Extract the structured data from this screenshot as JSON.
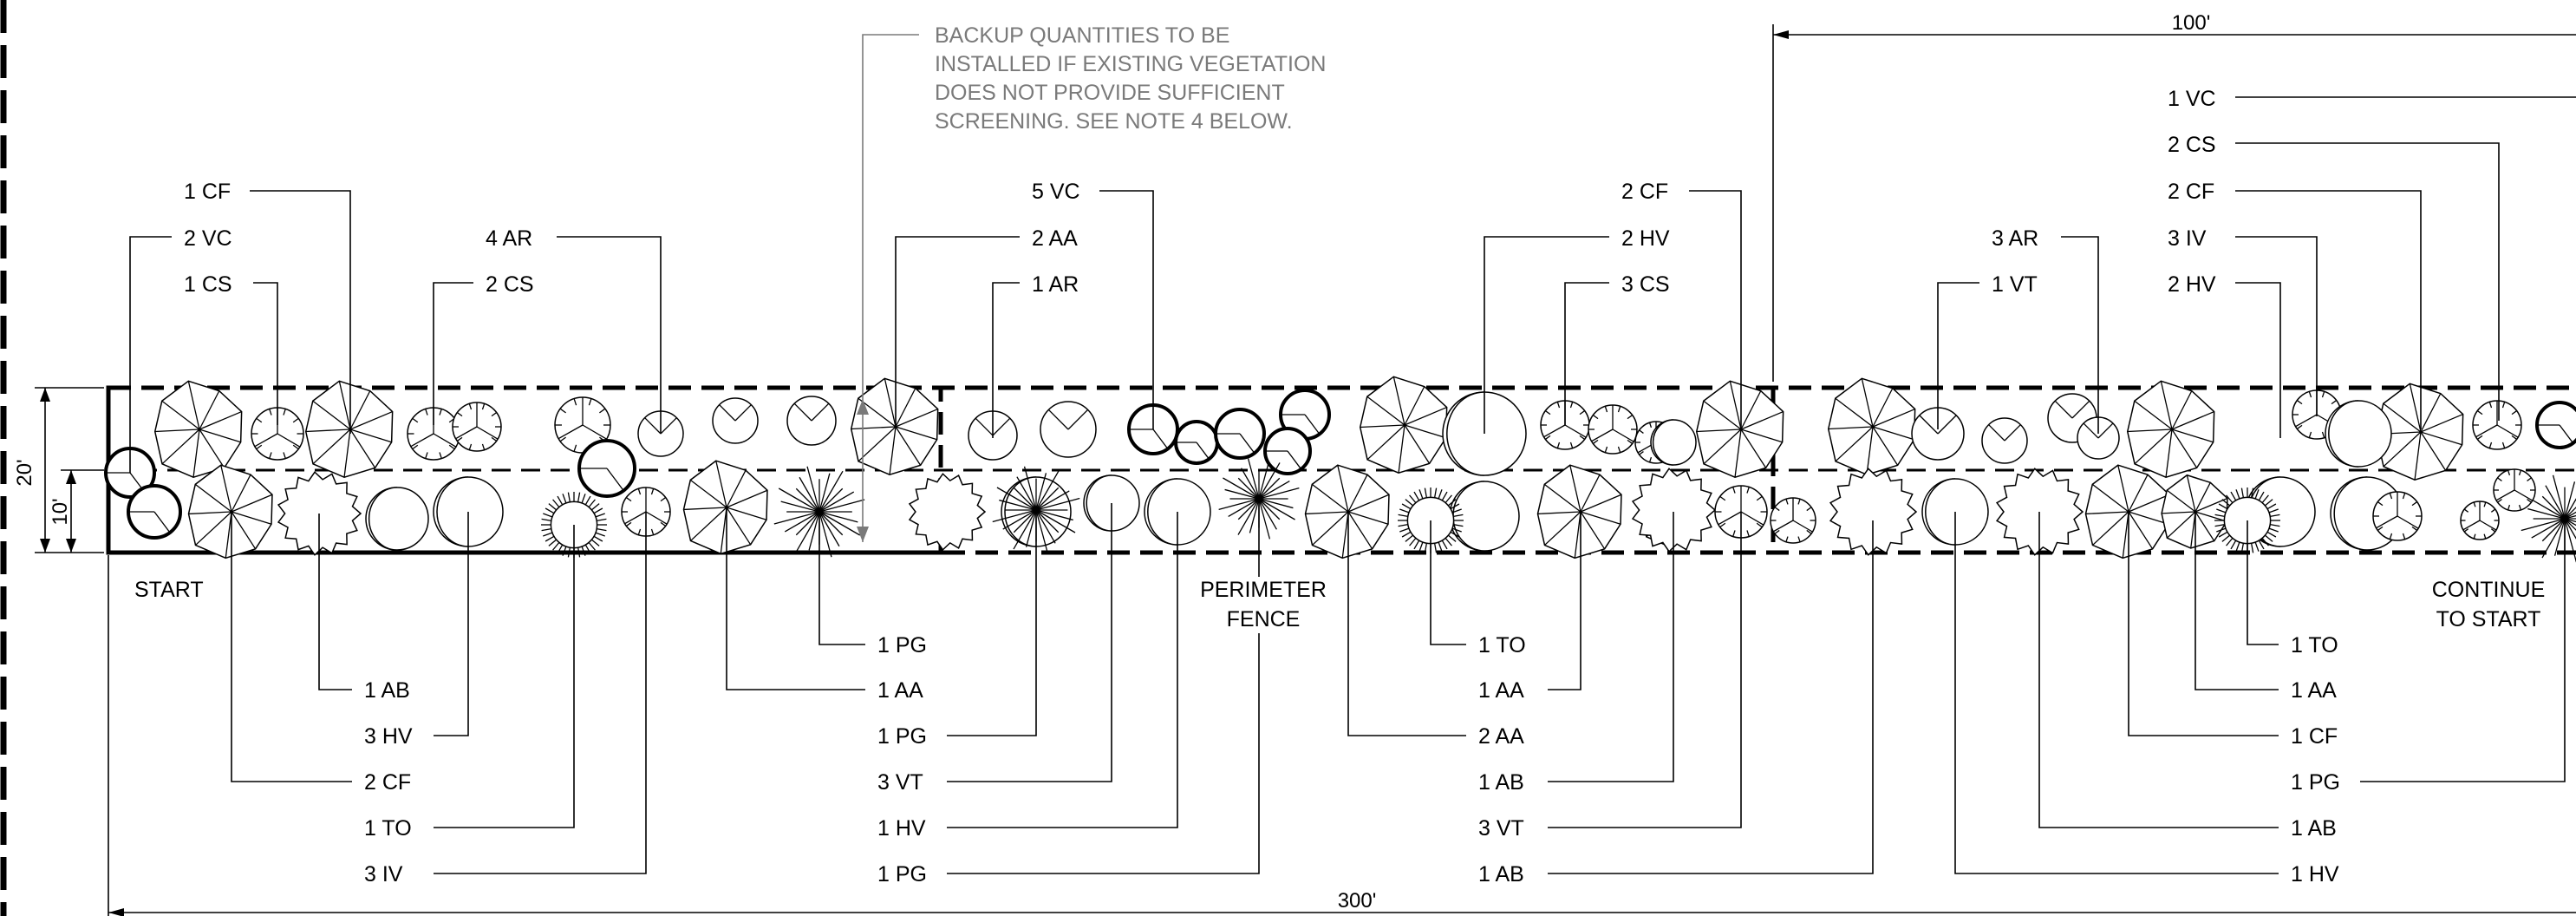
{
  "note": {
    "lines": [
      "BACKUP QUANTITIES TO BE",
      "INSTALLED IF EXISTING VEGETATION",
      "DOES NOT PROVIDE SUFFICIENT",
      "SCREENING. SEE NOTE 4 BELOW."
    ]
  },
  "dimensions": {
    "top_span": "100'",
    "bottom_span": "300'",
    "buffer_width": "20'",
    "row_width": "10'"
  },
  "labels": {
    "start": "START",
    "fence": [
      "PERIMETER",
      "FENCE"
    ],
    "continue": [
      "CONTINUE",
      "TO START"
    ]
  },
  "callouts_top": [
    {
      "text": "1 CF"
    },
    {
      "text": "2 VC"
    },
    {
      "text": "1 CS"
    },
    {
      "text": "4 AR"
    },
    {
      "text": "2 CS"
    },
    {
      "text": "5 VC"
    },
    {
      "text": "2 AA"
    },
    {
      "text": "1 AR"
    },
    {
      "text": "2 CF"
    },
    {
      "text": "2 HV"
    },
    {
      "text": "3 CS"
    },
    {
      "text": "3 AR"
    },
    {
      "text": "1 VT"
    },
    {
      "text": "1 VC"
    },
    {
      "text": "2 CS"
    },
    {
      "text": "2 CF"
    },
    {
      "text": "3 IV"
    },
    {
      "text": "2 HV"
    }
  ],
  "callouts_bottom": [
    {
      "text": "1 AB"
    },
    {
      "text": "3 HV"
    },
    {
      "text": "2 CF"
    },
    {
      "text": "1 TO"
    },
    {
      "text": "3 IV"
    },
    {
      "text": "1 PG"
    },
    {
      "text": "1 AA"
    },
    {
      "text": "1 PG"
    },
    {
      "text": "3 VT"
    },
    {
      "text": "1 HV"
    },
    {
      "text": "1 PG"
    },
    {
      "text": "1 TO"
    },
    {
      "text": "1 AA"
    },
    {
      "text": "2 AA"
    },
    {
      "text": "1 AB"
    },
    {
      "text": "3 VT"
    },
    {
      "text": "1 AB"
    },
    {
      "text": "1 TO"
    },
    {
      "text": "1 AA"
    },
    {
      "text": "1 CF"
    },
    {
      "text": "1 PG"
    },
    {
      "text": "1 AB"
    },
    {
      "text": "1 HV"
    }
  ],
  "symbol_types": [
    "radial-leaf-tree",
    "notched-shrub",
    "crescent-shrub",
    "spiky-shrub",
    "starburst-grass",
    "fringed-shrub",
    "thick-ring-shrub",
    "open-circle-shrub"
  ]
}
